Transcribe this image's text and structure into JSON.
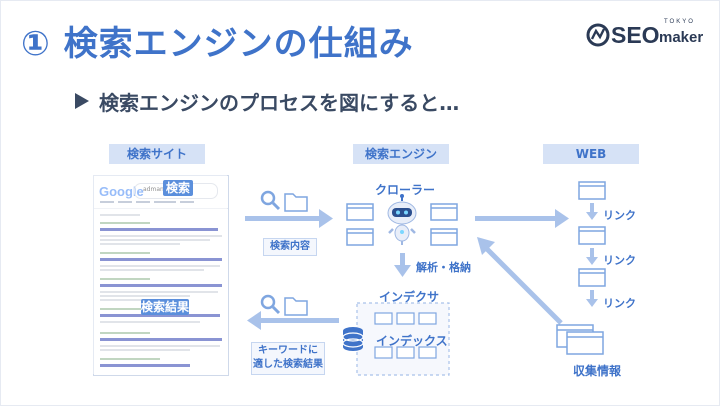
{
  "title": "① 検索エンジンの仕組み",
  "logo": {
    "main": "SEO",
    "tokyo": "TOKYO",
    "maker": "maker"
  },
  "subtitle": "検索エンジンのプロセスを図にすると…",
  "columns": {
    "search_site": "検索サイト",
    "search_engine": "検索エンジン",
    "web": "WEB"
  },
  "serp": {
    "google": "Google",
    "search_query": "admano",
    "search_badge": "検索",
    "result_badge": "検索結果"
  },
  "labels": {
    "search_content": "検索内容",
    "crawler": "クローラー",
    "analyze_format": "解析・格納",
    "index": "インデクサ",
    "indexes": "インデックス",
    "keyword_results_line1": "キーワードに",
    "keyword_results_line2": "適した検索結果",
    "link1": "リンク",
    "link2": "リンク",
    "link3": "リンク",
    "collect_info": "収集情報"
  },
  "colors": {
    "accent": "#3f73c9",
    "light": "#a9c2ea",
    "pale": "#d6e2f6"
  }
}
